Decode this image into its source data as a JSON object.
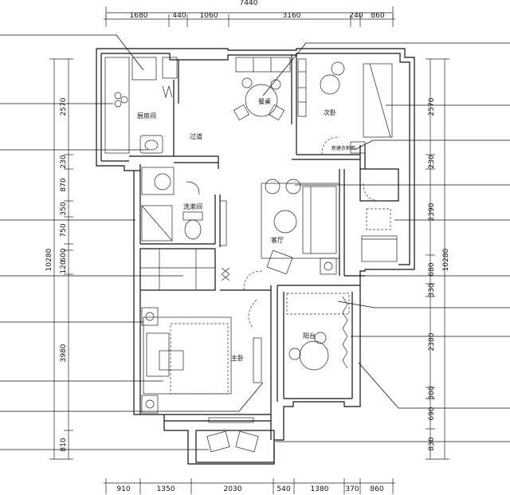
{
  "dimensions": {
    "top_total": "7440",
    "top": [
      "1680",
      "440",
      "1060",
      "3160",
      "240",
      "860"
    ],
    "bottom": [
      "910",
      "1350",
      "2030",
      "540",
      "1380",
      "370",
      "860"
    ],
    "left": [
      "2570",
      "230",
      "870",
      "350",
      "750",
      "120",
      "600",
      "3980",
      "810"
    ],
    "left_total": "10280",
    "right": [
      "2570",
      "230",
      "2390",
      "680",
      "330",
      "2380",
      "300",
      "690",
      "830"
    ],
    "right_total": "10280"
  },
  "rooms": {
    "kitchen": "厨房间",
    "dining": "餐桌",
    "second_bedroom": "次卧",
    "corridor": "过道",
    "bathroom": "洗漱间",
    "living": "客厅",
    "master_bedroom": "主卧",
    "balcony": "阳台",
    "wardrobe_note": "新建衣柜橱"
  }
}
